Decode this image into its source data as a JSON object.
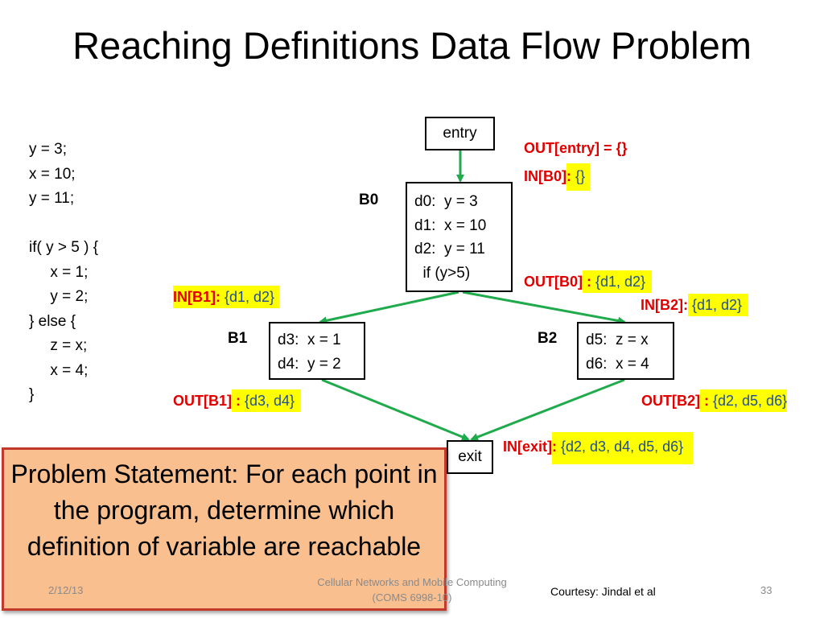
{
  "title": "Reaching Definitions Data Flow Problem",
  "code_lines": [
    "y = 3;",
    "x = 10;",
    "y = 11;",
    "",
    "if( y > 5 ) {",
    "     x = 1;",
    "     y = 2;",
    "} else {",
    "     z = x;",
    "     x = 4;",
    "}"
  ],
  "entry": "entry",
  "exit": "exit",
  "blocks": {
    "b0": {
      "label": "B0",
      "lines": [
        "d0:  y = 3",
        "d1:  x = 10",
        "d2:  y = 11",
        "  if (y>5)"
      ]
    },
    "b1": {
      "label": "B1",
      "lines": [
        "d3:  x = 1",
        "d4:  y = 2"
      ]
    },
    "b2": {
      "label": "B2",
      "lines": [
        "d5:  z = x",
        "d6:  x = 4"
      ]
    }
  },
  "annotations": {
    "out_entry": "OUT[entry] = {}",
    "in_b0": {
      "label": "IN[B0]",
      "colon": " : ",
      "value": "{}"
    },
    "out_b0": {
      "label": "OUT[B0]",
      "colon": " : ",
      "value": "{d1, d2}"
    },
    "in_b1": {
      "label": "IN[B1]:",
      "value": " {d1, d2}"
    },
    "in_b2": {
      "label": "IN[B2]:",
      "value": " {d1, d2}"
    },
    "out_b1": {
      "label": "OUT[B1]",
      "colon": " : ",
      "value": "{d3, d4}"
    },
    "out_b2": {
      "label": "OUT[B2]",
      "colon": " : ",
      "value": "{d2, d5, d6}"
    },
    "in_exit": {
      "label": "IN[exit]",
      "colon": " : ",
      "value": "{d2, d3, d4, d5, d6}"
    }
  },
  "problem_statement": "Problem Statement: For each point in the program, determine which definition of variable are reachable",
  "footer": {
    "date": "2/12/13",
    "course_line1": "Cellular Networks and Mobile Computing",
    "course_line2": "(COMS 6998-10)",
    "courtesy": "Courtesy: Jindal et al",
    "page": "33"
  },
  "colors": {
    "arrow": "#1faa4b",
    "highlight": "#ffff00",
    "label_red": "#e00000",
    "value_blue": "#1f4e96",
    "problem_fill": "#f9bf8f",
    "problem_border": "#c0392b"
  }
}
